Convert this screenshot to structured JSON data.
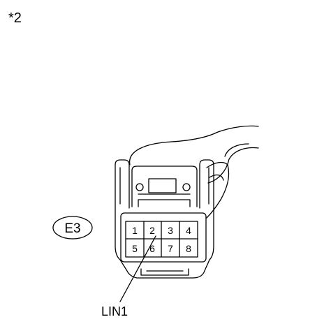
{
  "note_mark": "*2",
  "connector": {
    "id": "E3",
    "pins_top": [
      "1",
      "2",
      "3",
      "4"
    ],
    "pins_bottom": [
      "5",
      "6",
      "7",
      "8"
    ]
  },
  "callouts": [
    {
      "label": "LIN1",
      "pin": "2"
    }
  ]
}
